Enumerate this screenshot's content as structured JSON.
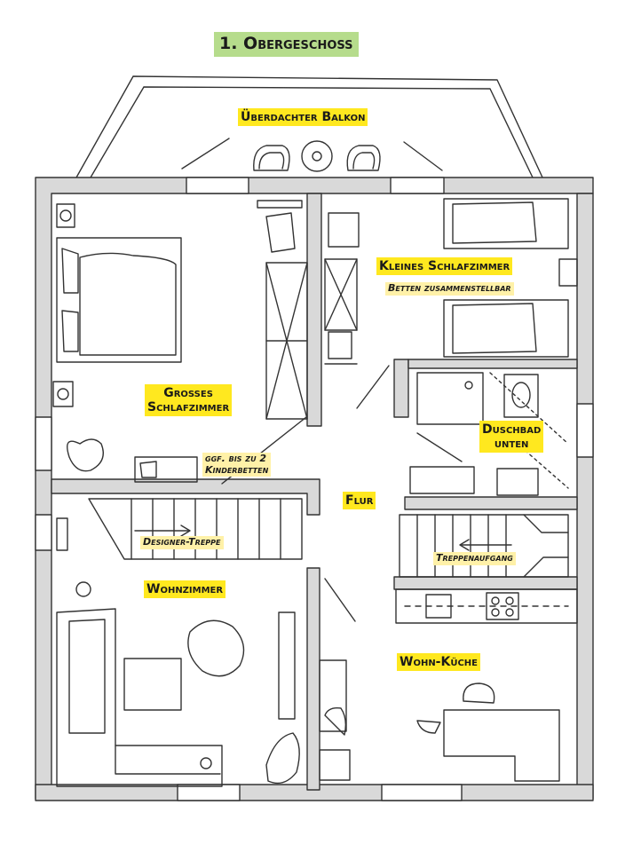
{
  "floor_title": "1. Obergeschoss",
  "rooms": {
    "balcony": "Überdachter Balkon",
    "small_bedroom": "Kleines Schlafzimmer",
    "small_bedroom_note": "Betten zusammenstellbar",
    "large_bedroom_line1": "Großes",
    "large_bedroom_line2": "Schlafzimmer",
    "large_bedroom_note_line1": "ggf. bis zu 2",
    "large_bedroom_note_line2": "Kinderbetten",
    "shower_line1": "Duschbad",
    "shower_line2": "unten",
    "hallway": "Flur",
    "designer_stairs": "Designer-Treppe",
    "staircase": "Treppenaufgang",
    "living_room": "Wohnzimmer",
    "kitchen": "Wohn-Küche"
  },
  "colors": {
    "label_highlight": "#ffe81f",
    "note_highlight": "#fff1a8",
    "title_highlight": "#b6dc8c",
    "wall_fill": "#d9d9d9",
    "line": "#333333"
  }
}
